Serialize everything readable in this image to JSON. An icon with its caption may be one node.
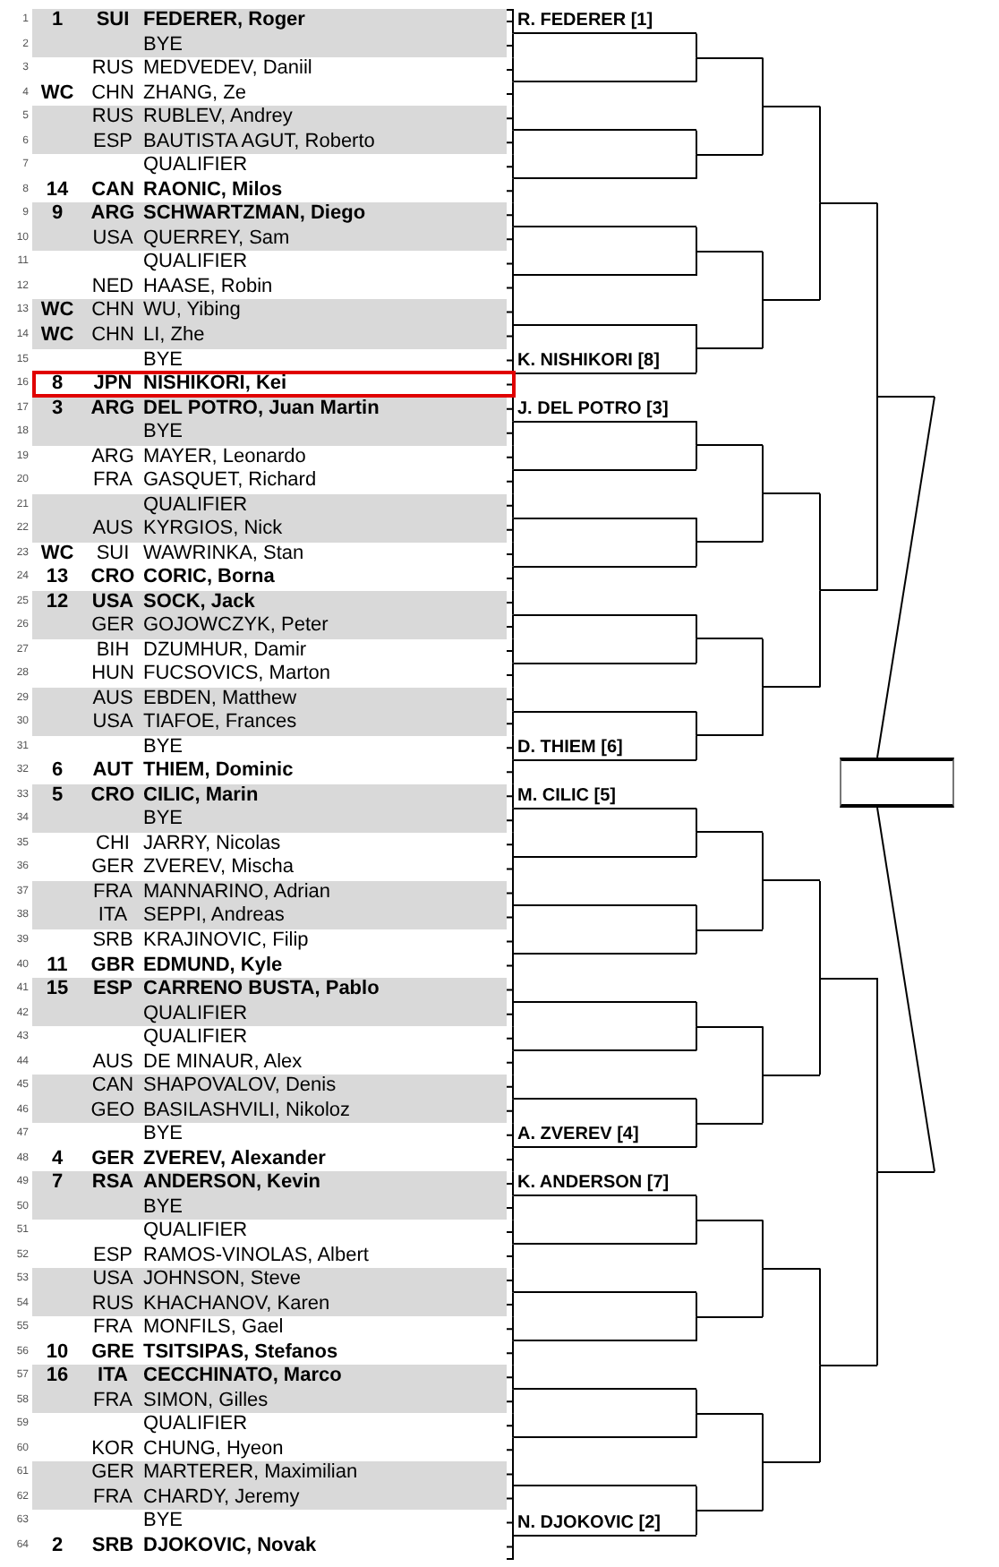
{
  "diagram": {
    "nodes": [
      {
        "text": [
          "1",
          "SUI",
          "FEDERER, Roger"
        ],
        "beside": [
          "1"
        ]
      },
      {
        "text": [
          "BYE"
        ],
        "beside": [
          "2"
        ]
      },
      {
        "text": [
          "RUS",
          "MEDVEDEV, Daniil"
        ],
        "beside": [
          "3"
        ]
      },
      {
        "text": [
          "WC",
          "CHN",
          "ZHANG, Ze"
        ],
        "beside": [
          "4"
        ]
      },
      {
        "text": [
          "RUS",
          "RUBLEV, Andrey"
        ],
        "beside": [
          "5"
        ]
      },
      {
        "text": [
          "ESP",
          "BAUTISTA AGUT, Roberto"
        ],
        "beside": [
          "6"
        ]
      },
      {
        "text": [
          "QUALIFIER"
        ],
        "beside": [
          "7"
        ]
      },
      {
        "text": [
          "14",
          "CAN",
          "RAONIC, Milos"
        ],
        "beside": [
          "8"
        ]
      },
      {
        "text": [
          "9",
          "ARG",
          "SCHWARTZMAN, Diego"
        ],
        "beside": [
          "9"
        ]
      },
      {
        "text": [
          "USA",
          "QUERREY, Sam"
        ],
        "beside": [
          "10"
        ]
      },
      {
        "text": [
          "QUALIFIER"
        ],
        "beside": [
          "11"
        ]
      },
      {
        "text": [
          "NED",
          "HAASE, Robin"
        ],
        "beside": [
          "12"
        ]
      },
      {
        "text": [
          "WC",
          "CHN",
          "WU, Yibing"
        ],
        "beside": [
          "13"
        ]
      },
      {
        "text": [
          "WC",
          "CHN",
          "LI, Zhe"
        ],
        "beside": [
          "14"
        ]
      },
      {
        "text": [
          "BYE"
        ],
        "beside": [
          "15"
        ]
      },
      {
        "text": [
          "8",
          "JPN",
          "NISHIKORI, Kei"
        ],
        "beside": [
          "16"
        ]
      },
      {
        "text": [
          "3",
          "ARG",
          "DEL POTRO, Juan Martin"
        ],
        "beside": [
          "17"
        ]
      },
      {
        "text": [
          "BYE"
        ],
        "beside": [
          "18"
        ]
      },
      {
        "text": [
          "ARG",
          "MAYER, Leonardo"
        ],
        "beside": [
          "19"
        ]
      },
      {
        "text": [
          "FRA",
          "GASQUET, Richard"
        ],
        "beside": [
          "20"
        ]
      },
      {
        "text": [
          "QUALIFIER"
        ],
        "beside": [
          "21"
        ]
      },
      {
        "text": [
          "AUS",
          "KYRGIOS, Nick"
        ],
        "beside": [
          "22"
        ]
      },
      {
        "text": [
          "WC",
          "SUI",
          "WAWRINKA, Stan"
        ],
        "beside": [
          "23"
        ]
      },
      {
        "text": [
          "13",
          "CRO",
          "CORIC, Borna"
        ],
        "beside": [
          "24"
        ]
      },
      {
        "text": [
          "12",
          "USA",
          "SOCK, Jack"
        ],
        "beside": [
          "25"
        ]
      },
      {
        "text": [
          "GER",
          "GOJOWCZYK, Peter"
        ],
        "beside": [
          "26"
        ]
      },
      {
        "text": [
          "BIH",
          "DZUMHUR, Damir"
        ],
        "beside": [
          "27"
        ]
      },
      {
        "text": [
          "HUN",
          "FUCSOVICS, Marton"
        ],
        "beside": [
          "28"
        ]
      },
      {
        "text": [
          "AUS",
          "EBDEN, Matthew"
        ],
        "beside": [
          "29"
        ]
      },
      {
        "text": [
          "USA",
          "TIAFOE, Frances"
        ],
        "beside": [
          "30"
        ]
      },
      {
        "text": [
          "BYE"
        ],
        "beside": [
          "31"
        ]
      },
      {
        "text": [
          "6",
          "AUT",
          "THIEM, Dominic"
        ],
        "beside": [
          "32"
        ]
      },
      {
        "text": [
          "5",
          "CRO",
          "CILIC, Marin"
        ],
        "beside": [
          "33"
        ]
      },
      {
        "text": [
          "BYE"
        ],
        "beside": [
          "34"
        ]
      },
      {
        "text": [
          "CHI",
          "JARRY, Nicolas"
        ],
        "beside": [
          "35"
        ]
      },
      {
        "text": [
          "GER",
          "ZVEREV, Mischa"
        ],
        "beside": [
          "36"
        ]
      },
      {
        "text": [
          "FRA",
          "MANNARINO, Adrian"
        ],
        "beside": [
          "37"
        ]
      },
      {
        "text": [
          "ITA",
          "SEPPI, Andreas"
        ],
        "beside": [
          "38"
        ]
      },
      {
        "text": [
          "SRB",
          "KRAJINOVIC, Filip"
        ],
        "beside": [
          "39"
        ]
      },
      {
        "text": [
          "11",
          "GBR",
          "EDMUND, Kyle"
        ],
        "beside": [
          "40"
        ]
      },
      {
        "text": [
          "15",
          "ESP",
          "CARRENO BUSTA, Pablo"
        ],
        "beside": [
          "41"
        ]
      },
      {
        "text": [
          "QUALIFIER"
        ],
        "beside": [
          "42"
        ]
      },
      {
        "text": [
          "QUALIFIER"
        ],
        "beside": [
          "43"
        ]
      },
      {
        "text": [
          "AUS",
          "DE MINAUR, Alex"
        ],
        "beside": [
          "44"
        ]
      },
      {
        "text": [
          "CAN",
          "SHAPOVALOV, Denis"
        ],
        "beside": [
          "45"
        ]
      },
      {
        "text": [
          "GEO",
          "BASILASHVILI, Nikoloz"
        ],
        "beside": [
          "46"
        ]
      },
      {
        "text": [
          "BYE"
        ],
        "beside": [
          "47"
        ]
      },
      {
        "text": [
          "4",
          "GER",
          "ZVEREV, Alexander"
        ],
        "beside": [
          "48"
        ]
      },
      {
        "text": [
          "7",
          "RSA",
          "ANDERSON, Kevin"
        ],
        "beside": [
          "49"
        ]
      },
      {
        "text": [
          "BYE"
        ],
        "beside": [
          "50"
        ]
      },
      {
        "text": [
          "QUALIFIER"
        ],
        "beside": [
          "51"
        ]
      },
      {
        "text": [
          "ESP",
          "RAMOS-VINOLAS, Albert"
        ],
        "beside": [
          "52"
        ]
      },
      {
        "text": [
          "USA",
          "JOHNSON, Steve"
        ],
        "beside": [
          "53"
        ]
      },
      {
        "text": [
          "RUS",
          "KHACHANOV, Karen"
        ],
        "beside": [
          "54"
        ]
      },
      {
        "text": [
          "FRA",
          "MONFILS, Gael"
        ],
        "beside": [
          "55"
        ]
      },
      {
        "text": [
          "10",
          "GRE",
          "TSITSIPAS, Stefanos"
        ],
        "beside": [
          "56"
        ]
      },
      {
        "text": [
          "16",
          "ITA",
          "CECCHINATO, Marco"
        ],
        "beside": [
          "57"
        ]
      },
      {
        "text": [
          "FRA",
          "SIMON, Gilles"
        ],
        "beside": [
          "58"
        ]
      },
      {
        "text": [
          "QUALIFIER"
        ],
        "beside": [
          "59"
        ]
      },
      {
        "text": [
          "KOR",
          "CHUNG, Hyeon"
        ],
        "beside": [
          "60"
        ]
      },
      {
        "text": [
          "GER",
          "MARTERER, Maximilian"
        ],
        "beside": [
          "61"
        ]
      },
      {
        "text": [
          "FRA",
          "CHARDY, Jeremy"
        ],
        "beside": [
          "62"
        ]
      },
      {
        "text": [
          "BYE"
        ],
        "beside": [
          "63"
        ]
      },
      {
        "text": [
          "2",
          "SRB",
          "DJOKOVIC, Novak"
        ],
        "beside": [
          "64"
        ]
      },
      {
        "text": [
          "R. FEDERER [1]"
        ]
      },
      {
        "text": [],
        "shape": "line"
      },
      {
        "text": [],
        "shape": "line"
      },
      {
        "text": [],
        "shape": "line"
      },
      {
        "text": [],
        "shape": "line"
      },
      {
        "text": [],
        "shape": "line"
      },
      {
        "text": [],
        "shape": "line"
      },
      {
        "text": [
          "K. NISHIKORI [8]"
        ]
      },
      {
        "text": [
          "J. DEL POTRO [3]"
        ]
      },
      {
        "text": [],
        "shape": "line"
      },
      {
        "text": [],
        "shape": "line"
      },
      {
        "text": [],
        "shape": "line"
      },
      {
        "text": [],
        "shape": "line"
      },
      {
        "text": [],
        "shape": "line"
      },
      {
        "text": [],
        "shape": "line"
      },
      {
        "text": [
          "D. THIEM [6]"
        ]
      },
      {
        "text": [
          "M. CILIC [5]"
        ]
      },
      {
        "text": [],
        "shape": "line"
      },
      {
        "text": [],
        "shape": "line"
      },
      {
        "text": [],
        "shape": "line"
      },
      {
        "text": [],
        "shape": "line"
      },
      {
        "text": [],
        "shape": "line"
      },
      {
        "text": [],
        "shape": "line"
      },
      {
        "text": [
          "A. ZVEREV [4]"
        ]
      },
      {
        "text": [
          "K. ANDERSON [7]"
        ]
      },
      {
        "text": [],
        "shape": "line"
      },
      {
        "text": [],
        "shape": "line"
      },
      {
        "text": [],
        "shape": "line"
      },
      {
        "text": [],
        "shape": "line"
      },
      {
        "text": [],
        "shape": "line"
      },
      {
        "text": [],
        "shape": "line"
      },
      {
        "text": [
          "N. DJOKOVIC [2]"
        ]
      },
      {
        "text": [],
        "shape": "line"
      },
      {
        "text": [],
        "shape": "line"
      },
      {
        "text": [],
        "shape": "line"
      },
      {
        "text": [],
        "shape": "line"
      },
      {
        "text": [],
        "shape": "line"
      },
      {
        "text": [],
        "shape": "line"
      },
      {
        "text": [],
        "shape": "line"
      },
      {
        "text": [],
        "shape": "line"
      },
      {
        "text": [],
        "shape": "line"
      },
      {
        "text": [],
        "shape": "line"
      },
      {
        "text": [],
        "shape": "line"
      },
      {
        "text": [],
        "shape": "line"
      },
      {
        "text": [],
        "shape": "line"
      },
      {
        "text": [],
        "shape": "line"
      },
      {
        "text": [],
        "shape": "line"
      },
      {
        "text": [],
        "shape": "line"
      },
      {
        "text": [],
        "shape": "line"
      },
      {
        "text": [],
        "shape": "line"
      },
      {
        "text": [],
        "shape": "line"
      },
      {
        "text": [],
        "shape": "line"
      },
      {
        "text": [],
        "shape": "line"
      },
      {
        "text": [],
        "shape": "line"
      },
      {
        "text": [],
        "shape": "line"
      },
      {
        "text": [],
        "shape": "line"
      },
      {
        "text": [],
        "shape": "line"
      },
      {
        "text": [],
        "shape": "line"
      },
      {
        "text": [],
        "shape": "line"
      },
      {
        "text": [],
        "shape": "line"
      },
      {
        "text": [],
        "shape": "line"
      },
      {
        "text": [],
        "shape": "line"
      },
      {
        "text": [],
        "shape": "box"
      }
    ],
    "edges": [
      {
        "from": 0,
        "to": 64,
        "arrow": "none"
      },
      {
        "from": 1,
        "to": 64,
        "arrow": "none"
      },
      {
        "from": 2,
        "to": 65,
        "arrow": "none"
      },
      {
        "from": 3,
        "to": 65,
        "arrow": "none"
      },
      {
        "from": 4,
        "to": 66,
        "arrow": "none"
      },
      {
        "from": 5,
        "to": 66,
        "arrow": "none"
      },
      {
        "from": 6,
        "to": 67,
        "arrow": "none"
      },
      {
        "from": 7,
        "to": 67,
        "arrow": "none"
      },
      {
        "from": 8,
        "to": 68,
        "arrow": "none"
      },
      {
        "from": 9,
        "to": 68,
        "arrow": "none"
      },
      {
        "from": 10,
        "to": 69,
        "arrow": "none"
      },
      {
        "from": 11,
        "to": 69,
        "arrow": "none"
      },
      {
        "from": 12,
        "to": 70,
        "arrow": "none"
      },
      {
        "from": 13,
        "to": 70,
        "arrow": "none"
      },
      {
        "from": 14,
        "to": 71,
        "arrow": "none"
      },
      {
        "from": 15,
        "to": 71,
        "arrow": "none"
      },
      {
        "from": 16,
        "to": 72,
        "arrow": "none"
      },
      {
        "from": 17,
        "to": 72,
        "arrow": "none"
      },
      {
        "from": 18,
        "to": 73,
        "arrow": "none"
      },
      {
        "from": 19,
        "to": 73,
        "arrow": "none"
      },
      {
        "from": 20,
        "to": 74,
        "arrow": "none"
      },
      {
        "from": 21,
        "to": 74,
        "arrow": "none"
      },
      {
        "from": 22,
        "to": 75,
        "arrow": "none"
      },
      {
        "from": 23,
        "to": 75,
        "arrow": "none"
      },
      {
        "from": 24,
        "to": 76,
        "arrow": "none"
      },
      {
        "from": 25,
        "to": 76,
        "arrow": "none"
      },
      {
        "from": 26,
        "to": 77,
        "arrow": "none"
      },
      {
        "from": 27,
        "to": 77,
        "arrow": "none"
      },
      {
        "from": 28,
        "to": 78,
        "arrow": "none"
      },
      {
        "from": 29,
        "to": 78,
        "arrow": "none"
      },
      {
        "from": 30,
        "to": 79,
        "arrow": "none"
      },
      {
        "from": 31,
        "to": 79,
        "arrow": "none"
      },
      {
        "from": 32,
        "to": 80,
        "arrow": "none"
      },
      {
        "from": 33,
        "to": 80,
        "arrow": "none"
      },
      {
        "from": 34,
        "to": 81,
        "arrow": "none"
      },
      {
        "from": 35,
        "to": 81,
        "arrow": "none"
      },
      {
        "from": 36,
        "to": 82,
        "arrow": "none"
      },
      {
        "from": 37,
        "to": 82,
        "arrow": "none"
      },
      {
        "from": 38,
        "to": 83,
        "arrow": "none"
      },
      {
        "from": 39,
        "to": 83,
        "arrow": "none"
      },
      {
        "from": 40,
        "to": 84,
        "arrow": "none"
      },
      {
        "from": 41,
        "to": 84,
        "arrow": "none"
      },
      {
        "from": 42,
        "to": 85,
        "arrow": "none"
      },
      {
        "from": 43,
        "to": 85,
        "arrow": "none"
      },
      {
        "from": 44,
        "to": 86,
        "arrow": "none"
      },
      {
        "from": 45,
        "to": 86,
        "arrow": "none"
      },
      {
        "from": 46,
        "to": 87,
        "arrow": "none"
      },
      {
        "from": 47,
        "to": 87,
        "arrow": "none"
      },
      {
        "from": 48,
        "to": 88,
        "arrow": "none"
      },
      {
        "from": 49,
        "to": 88,
        "arrow": "none"
      },
      {
        "from": 50,
        "to": 89,
        "arrow": "none"
      },
      {
        "from": 51,
        "to": 89,
        "arrow": "none"
      },
      {
        "from": 52,
        "to": 90,
        "arrow": "none"
      },
      {
        "from": 53,
        "to": 90,
        "arrow": "none"
      },
      {
        "from": 54,
        "to": 91,
        "arrow": "none"
      },
      {
        "from": 55,
        "to": 91,
        "arrow": "none"
      },
      {
        "from": 56,
        "to": 92,
        "arrow": "none"
      },
      {
        "from": 57,
        "to": 92,
        "arrow": "none"
      },
      {
        "from": 58,
        "to": 93,
        "arrow": "none"
      },
      {
        "from": 59,
        "to": 93,
        "arrow": "none"
      },
      {
        "from": 60,
        "to": 94,
        "arrow": "none"
      },
      {
        "from": 61,
        "to": 94,
        "arrow": "none"
      },
      {
        "from": 62,
        "to": 95,
        "arrow": "none"
      },
      {
        "from": 63,
        "to": 95,
        "arrow": "none"
      },
      {
        "from": 64,
        "to": 96,
        "arrow": "none"
      },
      {
        "from": 65,
        "to": 96,
        "arrow": "none"
      },
      {
        "from": 66,
        "to": 97,
        "arrow": "none"
      },
      {
        "from": 67,
        "to": 97,
        "arrow": "none"
      },
      {
        "from": 68,
        "to": 98,
        "arrow": "none"
      },
      {
        "from": 69,
        "to": 98,
        "arrow": "none"
      },
      {
        "from": 70,
        "to": 99,
        "arrow": "none"
      },
      {
        "from": 71,
        "to": 99,
        "arrow": "none"
      },
      {
        "from": 72,
        "to": 100,
        "arrow": "none"
      },
      {
        "from": 73,
        "to": 100,
        "arrow": "none"
      },
      {
        "from": 74,
        "to": 101,
        "arrow": "none"
      },
      {
        "from": 75,
        "to": 101,
        "arrow": "none"
      },
      {
        "from": 76,
        "to": 102,
        "arrow": "none"
      },
      {
        "from": 77,
        "to": 102,
        "arrow": "none"
      },
      {
        "from": 78,
        "to": 103,
        "arrow": "none"
      },
      {
        "from": 79,
        "to": 103,
        "arrow": "none"
      },
      {
        "from": 80,
        "to": 104,
        "arrow": "none"
      },
      {
        "from": 81,
        "to": 104,
        "arrow": "none"
      },
      {
        "from": 82,
        "to": 105,
        "arrow": "none"
      },
      {
        "from": 83,
        "to": 105,
        "arrow": "none"
      },
      {
        "from": 84,
        "to": 106,
        "arrow": "none"
      },
      {
        "from": 85,
        "to": 106,
        "arrow": "none"
      },
      {
        "from": 86,
        "to": 107,
        "arrow": "none"
      },
      {
        "from": 87,
        "to": 107,
        "arrow": "none"
      },
      {
        "from": 88,
        "to": 108,
        "arrow": "none"
      },
      {
        "from": 89,
        "to": 108,
        "arrow": "none"
      },
      {
        "from": 90,
        "to": 109,
        "arrow": "none"
      },
      {
        "from": 91,
        "to": 109,
        "arrow": "none"
      },
      {
        "from": 92,
        "to": 110,
        "arrow": "none"
      },
      {
        "from": 93,
        "to": 110,
        "arrow": "none"
      },
      {
        "from": 94,
        "to": 111,
        "arrow": "none"
      },
      {
        "from": 95,
        "to": 111,
        "arrow": "none"
      },
      {
        "from": 96,
        "to": 112,
        "arrow": "none"
      },
      {
        "from": 97,
        "to": 112,
        "arrow": "none"
      },
      {
        "from": 98,
        "to": 113,
        "arrow": "none"
      },
      {
        "from": 99,
        "to": 113,
        "arrow": "none"
      },
      {
        "from": 100,
        "to": 114,
        "arrow": "none"
      },
      {
        "from": 101,
        "to": 114,
        "arrow": "none"
      },
      {
        "from": 102,
        "to": 115,
        "arrow": "none"
      },
      {
        "from": 103,
        "to": 115,
        "arrow": "none"
      },
      {
        "from": 104,
        "to": 116,
        "arrow": "none"
      },
      {
        "from": 105,
        "to": 116,
        "arrow": "none"
      },
      {
        "from": 106,
        "to": 117,
        "arrow": "none"
      },
      {
        "from": 107,
        "to": 117,
        "arrow": "none"
      },
      {
        "from": 108,
        "to": 118,
        "arrow": "none"
      },
      {
        "from": 109,
        "to": 118,
        "arrow": "none"
      },
      {
        "from": 110,
        "to": 119,
        "arrow": "none"
      },
      {
        "from": 111,
        "to": 119,
        "arrow": "none"
      },
      {
        "from": 112,
        "to": 120,
        "arrow": "none"
      },
      {
        "from": 113,
        "to": 120,
        "arrow": "none"
      },
      {
        "from": 114,
        "to": 121,
        "arrow": "none"
      },
      {
        "from": 115,
        "to": 121,
        "arrow": "none"
      },
      {
        "from": 116,
        "to": 122,
        "arrow": "none"
      },
      {
        "from": 117,
        "to": 122,
        "arrow": "none"
      },
      {
        "from": 118,
        "to": 123,
        "arrow": "none"
      },
      {
        "from": 119,
        "to": 123,
        "arrow": "none"
      },
      {
        "from": 120,
        "to": 124,
        "arrow": "none"
      },
      {
        "from": 121,
        "to": 124,
        "arrow": "none"
      },
      {
        "from": 122,
        "to": 125,
        "arrow": "none"
      },
      {
        "from": 123,
        "to": 125,
        "arrow": "none"
      },
      {
        "from": 124,
        "to": 126,
        "arrow": "none"
      },
      {
        "from": 125,
        "to": 126,
        "arrow": "none"
      }
    ]
  }
}
